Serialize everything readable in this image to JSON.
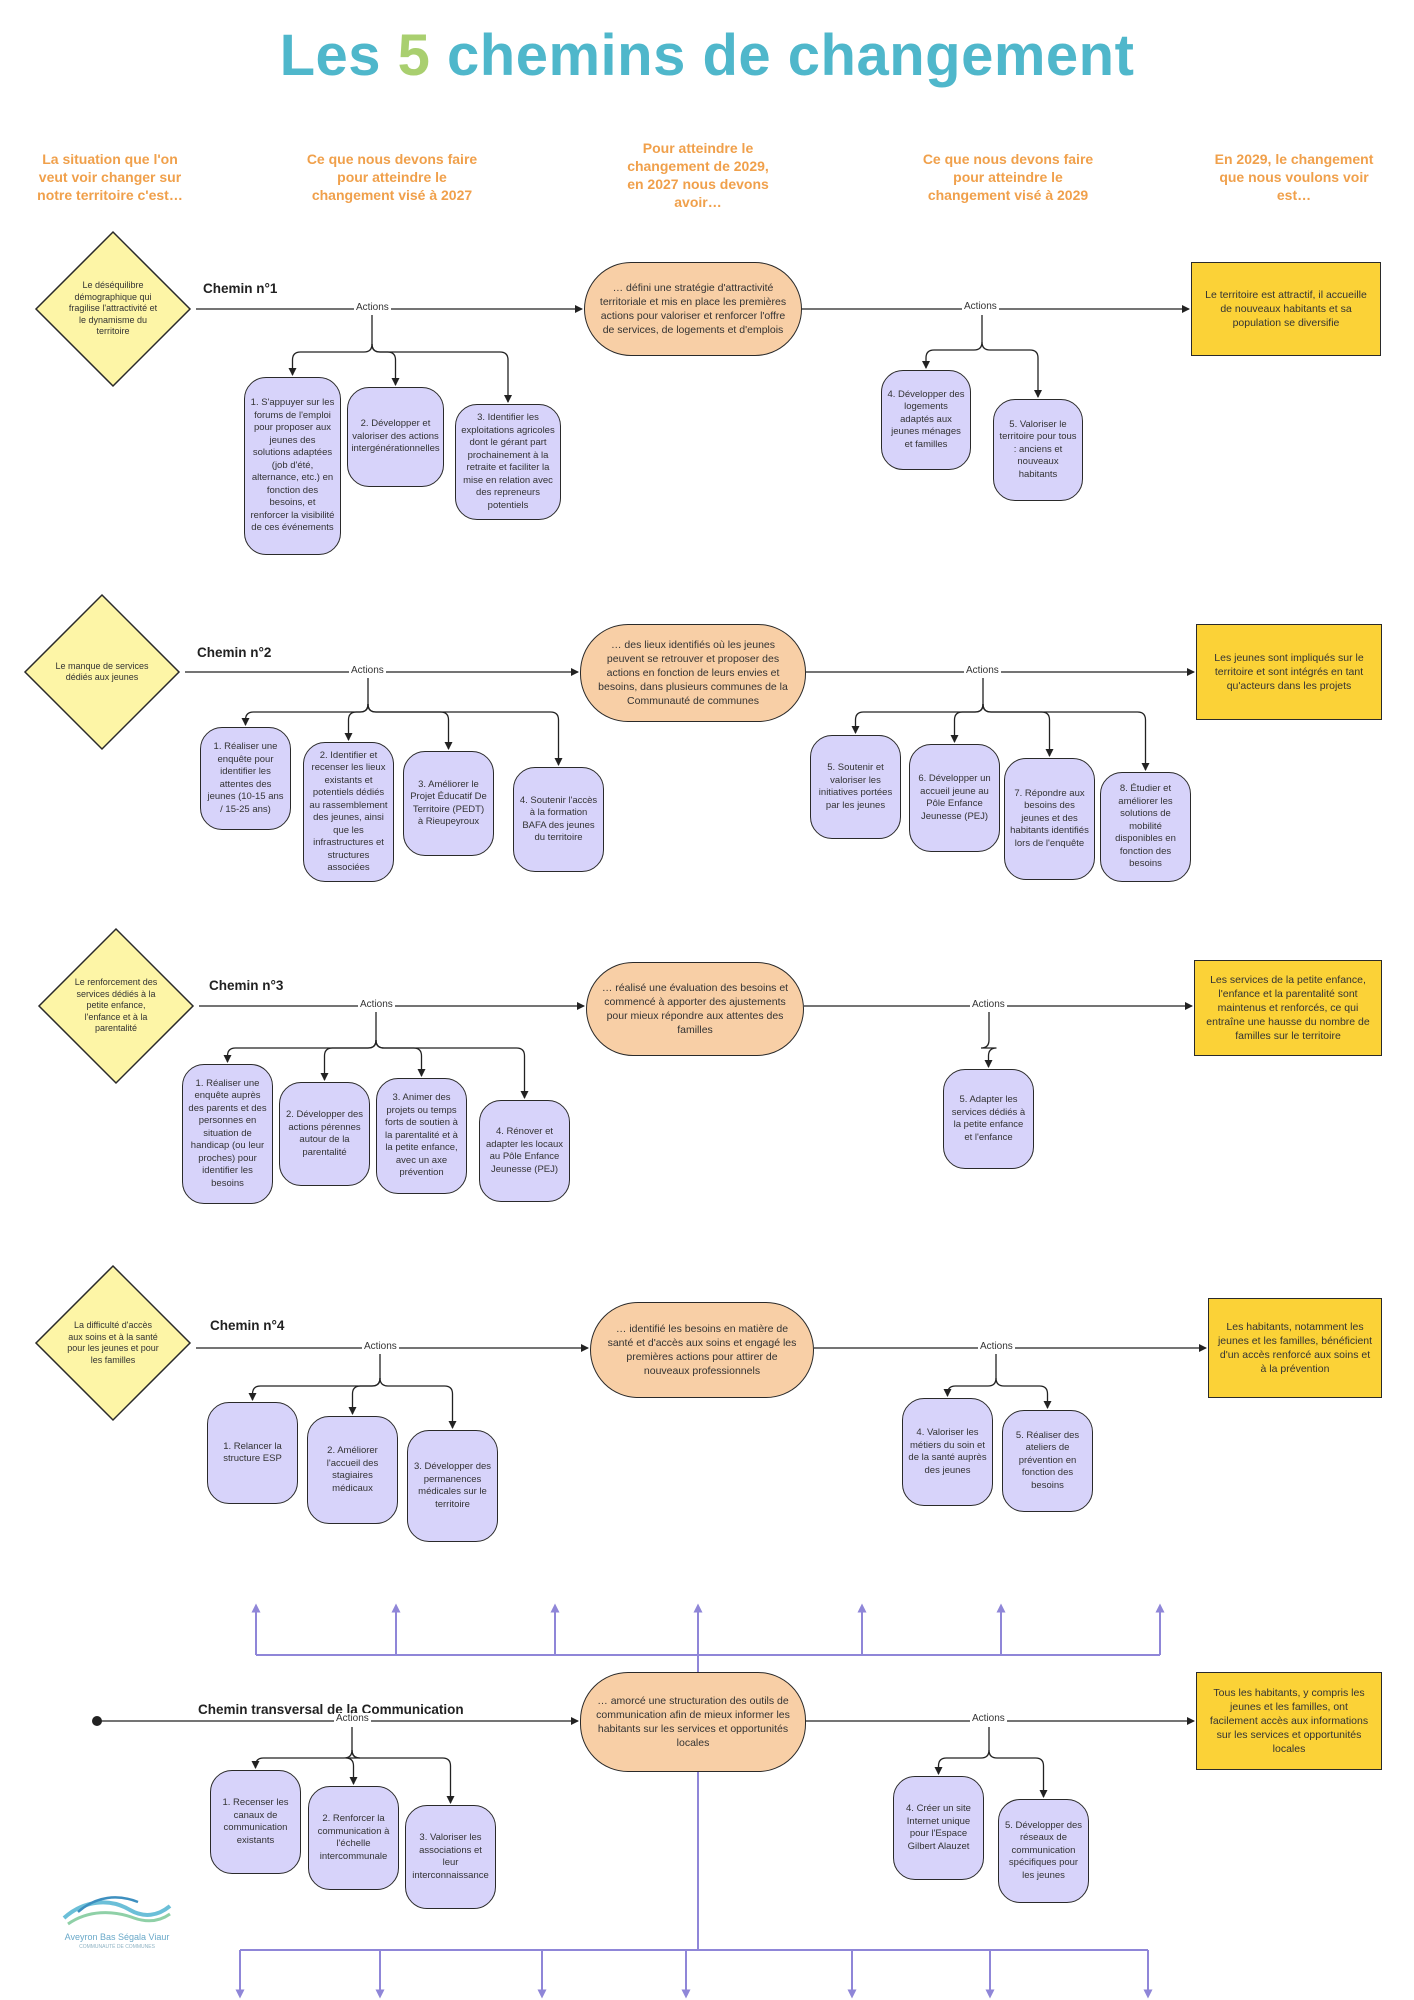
{
  "title": {
    "prefix": "Les ",
    "number": "5",
    "suffix": " chemins de changement"
  },
  "column_headers": [
    "La situation que l'on veut voir changer sur notre territoire c'est…",
    "Ce que nous devons faire pour atteindre le changement visé à 2027",
    "Pour atteindre le changement de 2029, en 2027 nous devons avoir…",
    "Ce que nous devons faire pour atteindre le changement visé à 2029",
    "En 2029, le changement que nous voulons voir est…"
  ],
  "actions_label": "Actions",
  "paths": [
    {
      "name": "Chemin n°1",
      "situation": "Le déséquilibre démographique qui fragilise l'attractivité et le dynamisme du territoire",
      "goal_2027": "… défini une stratégie d'attractivité territoriale et mis en place les premières actions pour valoriser et renforcer l'offre de services, de logements et d'emplois",
      "goal_2029": "Le territoire est attractif, il accueille de nouveaux habitants et sa population se diversifie",
      "actions_2027": [
        "1. S'appuyer sur les forums de l'emploi pour proposer aux jeunes des solutions adaptées (job d'été, alternance, etc.) en fonction des besoins, et renforcer la visibilité de ces événements",
        "2. Développer et valoriser des actions intergénérationnelles",
        "3. Identifier les exploitations agricoles dont le gérant part prochainement à la retraite et faciliter la mise en relation avec des repreneurs potentiels"
      ],
      "actions_2029": [
        "4. Développer des logements adaptés aux jeunes ménages et familles",
        "5. Valoriser le territoire pour tous : anciens et nouveaux habitants"
      ]
    },
    {
      "name": "Chemin n°2",
      "situation": "Le manque de services dédiés aux jeunes",
      "goal_2027": "… des lieux identifiés où les jeunes peuvent se retrouver et proposer des actions en fonction de leurs envies et besoins, dans plusieurs communes de la Communauté de communes",
      "goal_2029": "Les jeunes sont impliqués sur le territoire et sont intégrés en tant qu'acteurs dans les projets",
      "actions_2027": [
        "1. Réaliser une enquête pour identifier les attentes des jeunes (10-15 ans / 15-25 ans)",
        "2. Identifier et recenser les lieux existants et potentiels dédiés au rassemblement des jeunes, ainsi que les infrastructures et structures associées",
        "3. Améliorer le Projet Éducatif De Territoire (PEDT) à Rieupeyroux",
        "4. Soutenir l'accès à la formation BAFA des jeunes du territoire"
      ],
      "actions_2029": [
        "5. Soutenir et valoriser les initiatives portées par les jeunes",
        "6. Développer un accueil jeune au Pôle Enfance Jeunesse (PEJ)",
        "7. Répondre aux besoins des jeunes et des habitants identifiés lors de l'enquête",
        "8. Étudier et améliorer les solutions de mobilité disponibles en fonction des besoins"
      ]
    },
    {
      "name": "Chemin n°3",
      "situation": "Le renforcement des services dédiés à la petite enfance, l'enfance et à la parentalité",
      "goal_2027": "… réalisé une évaluation des besoins et commencé à apporter des ajustements pour mieux répondre aux attentes des familles",
      "goal_2029": "Les services de la petite enfance, l'enfance et la parentalité sont maintenus et renforcés, ce qui entraîne une hausse du nombre de familles sur le territoire",
      "actions_2027": [
        "1. Réaliser une enquête auprès des parents et des personnes en situation de handicap (ou leur proches) pour identifier les besoins",
        "2. Développer des actions pérennes autour de la parentalité",
        "3. Animer des projets ou temps forts de soutien à la parentalité et à la petite enfance, avec un axe prévention",
        "4. Rénover et adapter les locaux au Pôle Enfance Jeunesse (PEJ)"
      ],
      "actions_2029": [
        "5. Adapter les services dédiés à la petite enfance et l'enfance"
      ]
    },
    {
      "name": "Chemin n°4",
      "situation": "La difficulté d'accès aux soins et à la santé pour les jeunes et pour les familles",
      "goal_2027": "… identifié les besoins en matière de santé et d'accès aux soins et engagé les premières actions pour attirer de nouveaux professionnels",
      "goal_2029": "Les habitants, notamment les jeunes et les familles, bénéficient d'un accès renforcé aux soins et à la prévention",
      "actions_2027": [
        "1. Relancer la structure ESP",
        "2. Améliorer l'accueil des stagiaires médicaux",
        "3. Développer des permanences médicales sur le territoire"
      ],
      "actions_2029": [
        "4. Valoriser les métiers du soin et de la santé auprès des jeunes",
        "5. Réaliser des ateliers de prévention en fonction des besoins"
      ]
    },
    {
      "name": "Chemin transversal de la Communication",
      "situation": "",
      "goal_2027": "… amorcé une structuration des outils de communication afin de mieux informer les habitants sur les services et opportunités locales",
      "goal_2029": "Tous les habitants, y compris les jeunes et les familles, ont facilement accès aux informations sur les services et opportunités locales",
      "actions_2027": [
        "1. Recenser les canaux de communication existants",
        "2. Renforcer la communication à l'échelle intercommunale",
        "3. Valoriser les associations et leur interconnaissance"
      ],
      "actions_2029": [
        "4. Créer un site Internet unique pour l'Espace Gilbert Alauzet",
        "5. Développer des réseaux de communication spécifiques pour les jeunes"
      ]
    }
  ],
  "logo": {
    "name": "Aveyron Bas Ségala Viaur",
    "subtitle": "COMMUNAUTÉ DE COMMUNES"
  },
  "colors": {
    "title": "#4fb7cb",
    "title_number": "#a9cf6f",
    "headers": "#f0a04b",
    "action_box": "#d7d3fa",
    "goal_2027": "#f8cfa6",
    "goal_2029": "#fbd237",
    "situation": "#fdf5a6",
    "transversal_lines": "#8f86d8"
  }
}
